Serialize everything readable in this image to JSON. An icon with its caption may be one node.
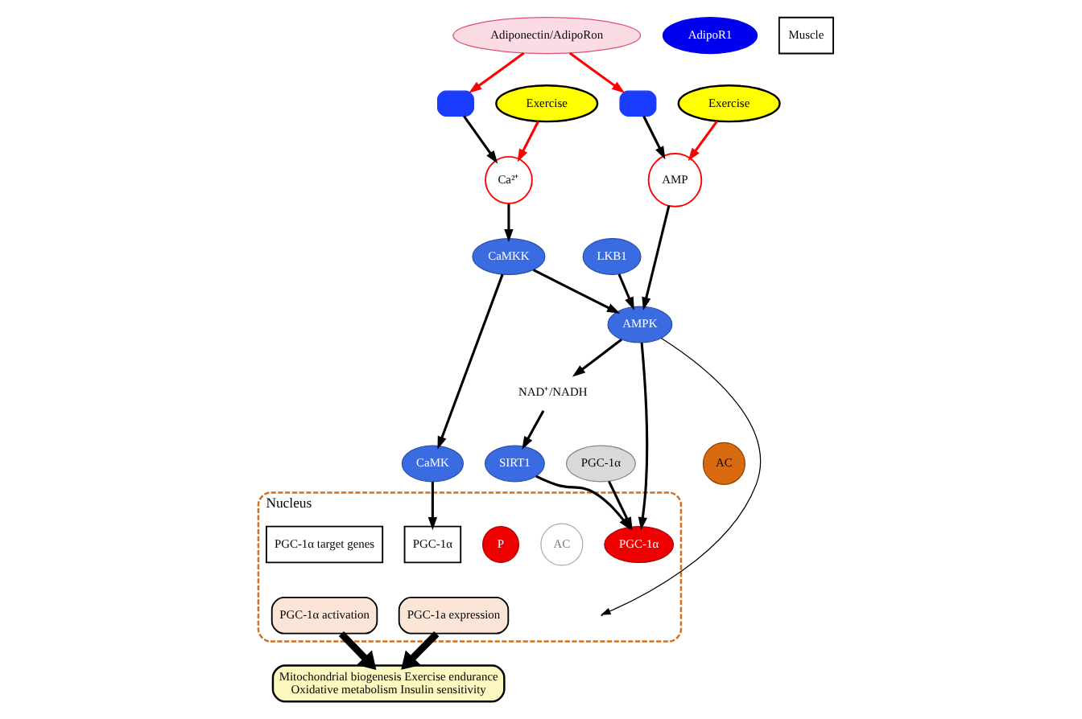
{
  "diagram": {
    "nodes": [
      {
        "text": [
          "Adiponectin/AdipoRon"
        ]
      },
      {
        "text": [
          "Exercise"
        ]
      },
      {
        "text": [
          "AdipoR1"
        ]
      },
      {
        "text": [
          "Exercise"
        ]
      },
      {
        "text": [],
        "shape": "helix"
      },
      {
        "text": [],
        "shape": "helix"
      },
      {
        "text": [
          "Ca²⁺"
        ]
      },
      {
        "text": [
          "AMP"
        ]
      },
      {
        "text": [
          "Muscle"
        ]
      },
      {
        "text": [
          "AMPK"
        ]
      },
      {
        "text": [
          "NAD⁺/NADH"
        ]
      },
      {
        "text": [
          "CaMKK"
        ]
      },
      {
        "text": [
          "CaMK"
        ]
      },
      {
        "text": [
          "LKB1"
        ]
      },
      {
        "text": [
          "SIRT1"
        ]
      },
      {
        "text": [
          "Nucleus"
        ]
      },
      {
        "text": [
          "PGC-1α"
        ],
        "in": 15
      },
      {
        "text": [
          "AC"
        ],
        "in": 15
      },
      {
        "text": [
          "P"
        ],
        "in": 15
      },
      {
        "text": [
          "PGC-1α"
        ],
        "in": 15
      },
      {
        "text": [
          "PGC-1α target genes"
        ],
        "in": 15
      },
      {
        "text": [
          "PGC-1a expression"
        ],
        "in": 15
      },
      {
        "text": [
          "PGC-1α activation"
        ],
        "in": 15
      },
      {
        "text": [
          "AC"
        ]
      },
      {
        "text": [
          "PGC-1α"
        ]
      },
      {
        "text": [
          "Mitochondrial biogenesis Exercise endurance",
          "Oxidative metabolism Insulin sensitivity"
        ]
      }
    ],
    "edges": [
      {
        "from": 0,
        "to": 4,
        "arrow": "to",
        "color": "#ff0000"
      },
      {
        "from": 0,
        "to": 5,
        "arrow": "to",
        "color": "#ff0000"
      },
      {
        "from": 1,
        "to": 6,
        "arrow": "to",
        "color": "#ff0000"
      },
      {
        "from": 3,
        "to": 7,
        "arrow": "to",
        "color": "#ff0000"
      },
      {
        "from": 4,
        "to": 6,
        "arrow": "to"
      },
      {
        "from": 5,
        "to": 7,
        "arrow": "to"
      },
      {
        "from": 7,
        "to": 9,
        "arrow": "to"
      },
      {
        "from": 9,
        "to": 10,
        "arrow": "to"
      },
      {
        "from": 6,
        "to": 11,
        "arrow": "to"
      },
      {
        "from": 11,
        "to": 9,
        "arrow": "to"
      },
      {
        "from": 10,
        "to": 14,
        "arrow": "to"
      },
      {
        "from": 11,
        "to": 12,
        "arrow": "to"
      },
      {
        "from": 13,
        "to": 9,
        "arrow": "to"
      },
      {
        "from": 9,
        "to": null,
        "arrow": "to"
      },
      {
        "from": 9,
        "to": 19,
        "arrow": "to"
      },
      {
        "from": 14,
        "to": 19,
        "arrow": "to"
      },
      {
        "from": 24,
        "to": 19,
        "arrow": "to"
      },
      {
        "from": 12,
        "to": 16,
        "arrow": "to"
      },
      {
        "from": 21,
        "to": 25,
        "arrow": "to",
        "style": "thick"
      },
      {
        "from": 22,
        "to": 25,
        "arrow": "to",
        "style": "thick"
      }
    ]
  }
}
